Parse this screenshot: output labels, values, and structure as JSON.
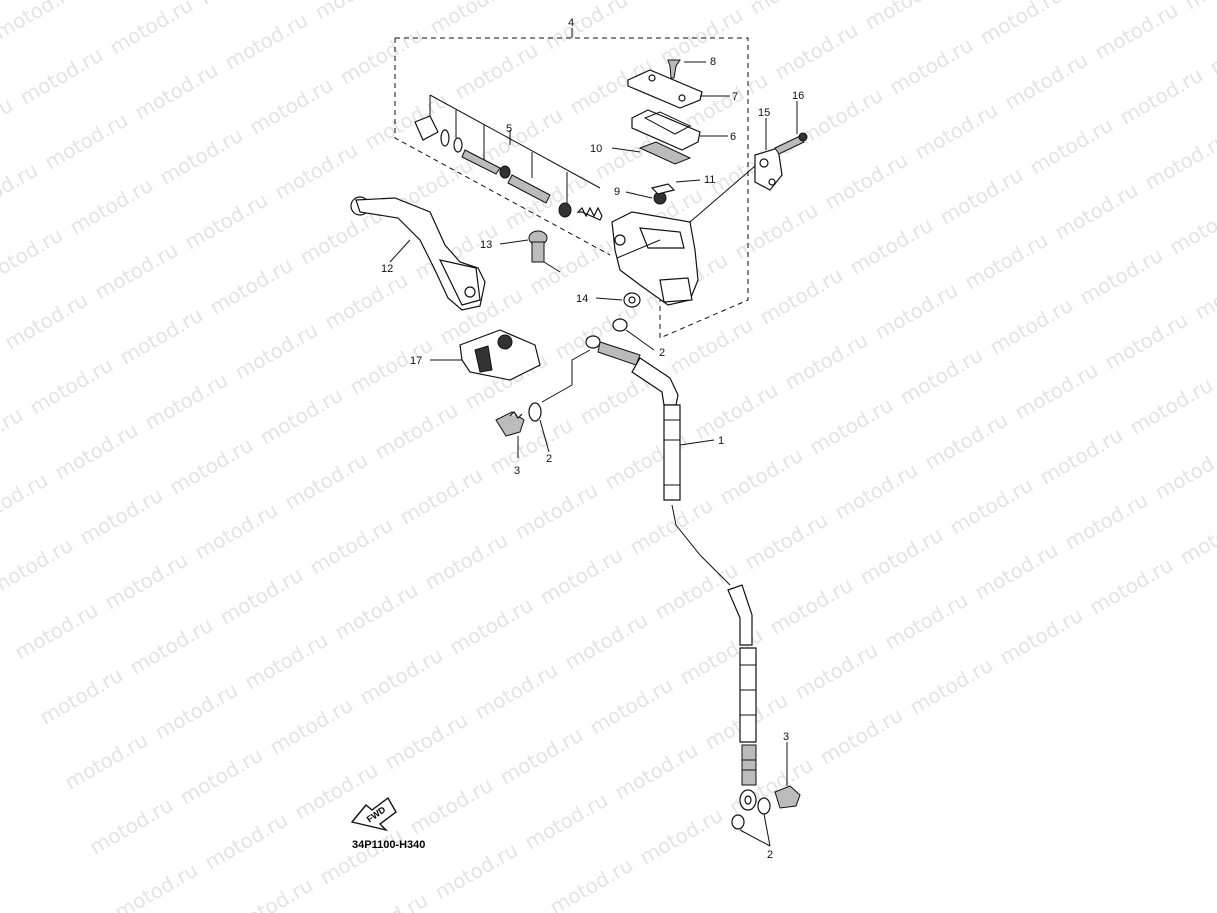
{
  "watermark": {
    "text": "motod.ru"
  },
  "diagram_code": "34P1100-H340",
  "fwd_label": "FWD",
  "callouts": {
    "c1": "1",
    "c2a": "2",
    "c2b": "2",
    "c2c": "2",
    "c3a": "3",
    "c3b": "3",
    "c4": "4",
    "c5": "5",
    "c6": "6",
    "c7": "7",
    "c8": "8",
    "c9": "9",
    "c10": "10",
    "c11": "11",
    "c12": "12",
    "c13": "13",
    "c14": "14",
    "c15": "15",
    "c16": "16",
    "c17": "17"
  }
}
